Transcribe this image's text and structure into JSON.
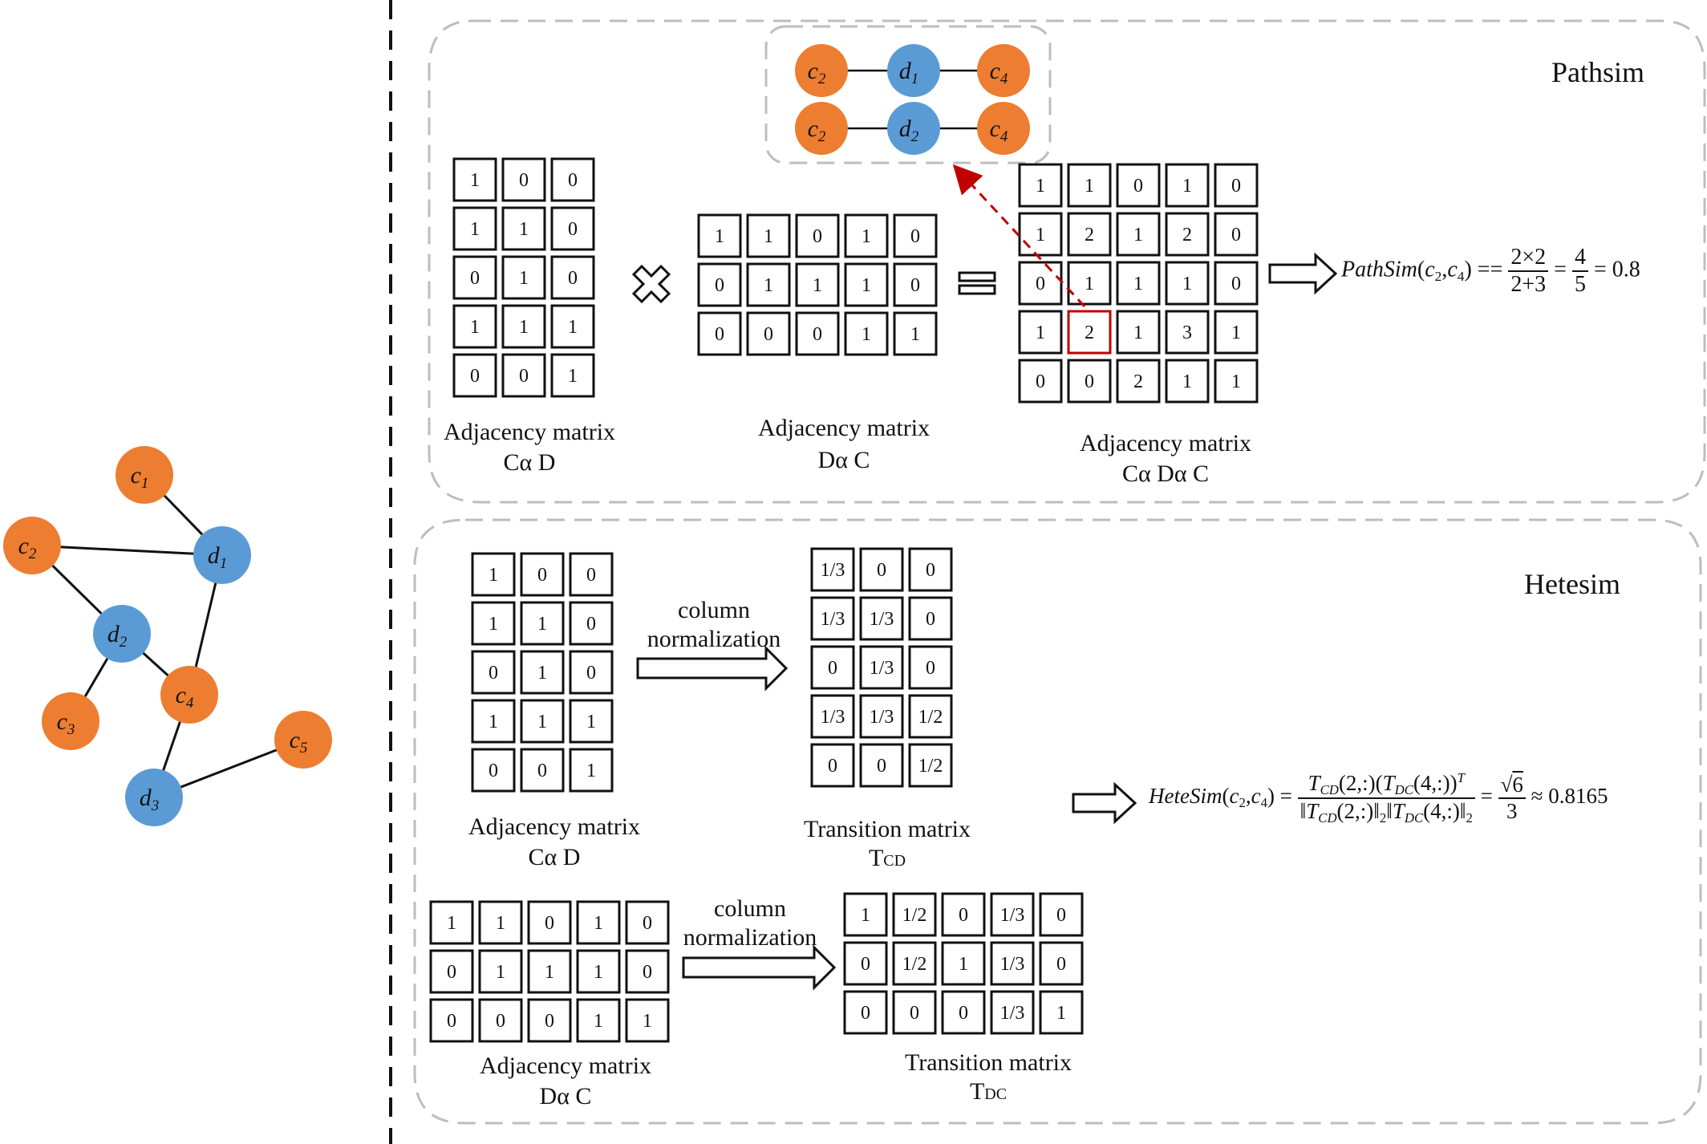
{
  "colors": {
    "c_node": "#ed7d31",
    "d_node": "#5b9bd5",
    "highlight": "#c00000",
    "panel_border": "#bdbdbd"
  },
  "graph": {
    "nodes": {
      "c1": {
        "letter": "c",
        "sub": "1",
        "kind": "c"
      },
      "c2": {
        "letter": "c",
        "sub": "2",
        "kind": "c"
      },
      "c3": {
        "letter": "c",
        "sub": "3",
        "kind": "c"
      },
      "c4": {
        "letter": "c",
        "sub": "4",
        "kind": "c"
      },
      "c5": {
        "letter": "c",
        "sub": "5",
        "kind": "c"
      },
      "d1": {
        "letter": "d",
        "sub": "1",
        "kind": "d"
      },
      "d2": {
        "letter": "d",
        "sub": "2",
        "kind": "d"
      },
      "d3": {
        "letter": "d",
        "sub": "3",
        "kind": "d"
      }
    },
    "edges": [
      [
        "c1",
        "d1"
      ],
      [
        "c2",
        "d1"
      ],
      [
        "c2",
        "d2"
      ],
      [
        "d1",
        "c4"
      ],
      [
        "d2",
        "c4"
      ],
      [
        "d2",
        "c3"
      ],
      [
        "c4",
        "d3"
      ],
      [
        "d3",
        "c5"
      ]
    ]
  },
  "pathsim": {
    "title": "Pathsim",
    "paths": [
      [
        "c2",
        "d1",
        "c4"
      ],
      [
        "c2",
        "d2",
        "c4"
      ]
    ],
    "matrix_cd": {
      "values": [
        [
          "1",
          "0",
          "0"
        ],
        [
          "1",
          "1",
          "0"
        ],
        [
          "0",
          "1",
          "0"
        ],
        [
          "1",
          "1",
          "1"
        ],
        [
          "0",
          "0",
          "1"
        ]
      ],
      "caption1": "Adjacency matrix",
      "caption2": "Cα D"
    },
    "matrix_dc": {
      "values": [
        [
          "1",
          "1",
          "0",
          "1",
          "0"
        ],
        [
          "0",
          "1",
          "1",
          "1",
          "0"
        ],
        [
          "0",
          "0",
          "0",
          "1",
          "1"
        ]
      ],
      "caption1": "Adjacency matrix",
      "caption2": "Dα C"
    },
    "matrix_cdc": {
      "values": [
        [
          "1",
          "1",
          "0",
          "1",
          "0"
        ],
        [
          "1",
          "2",
          "1",
          "2",
          "0"
        ],
        [
          "0",
          "1",
          "1",
          "1",
          "0"
        ],
        [
          "1",
          "2",
          "1",
          "3",
          "1"
        ],
        [
          "0",
          "0",
          "2",
          "1",
          "1"
        ]
      ],
      "caption1": "Adjacency matrix",
      "caption2": "Cα Dα C",
      "highlight_cell": [
        3,
        1
      ]
    },
    "formula": {
      "name": "PathSim",
      "args": [
        "c",
        "2",
        "c",
        "4"
      ],
      "num1": "2×2",
      "den1": "2+3",
      "num2": "4",
      "den2": "5",
      "result": "0.8"
    }
  },
  "hetesim": {
    "title": "Hetesim",
    "arrow_label1": "column",
    "arrow_label2": "normalization",
    "matrix_cd": {
      "values": [
        [
          "1",
          "0",
          "0"
        ],
        [
          "1",
          "1",
          "0"
        ],
        [
          "0",
          "1",
          "0"
        ],
        [
          "1",
          "1",
          "1"
        ],
        [
          "0",
          "0",
          "1"
        ]
      ],
      "caption1": "Adjacency matrix",
      "caption2": "Cα D"
    },
    "trans_cd": {
      "values": [
        [
          "1/3",
          "0",
          "0"
        ],
        [
          "1/3",
          "1/3",
          "0"
        ],
        [
          "0",
          "1/3",
          "0"
        ],
        [
          "1/3",
          "1/3",
          "1/2"
        ],
        [
          "0",
          "0",
          "1/2"
        ]
      ],
      "caption1": "Transition matrix",
      "caption2": "T",
      "caption2_sub": "CD"
    },
    "matrix_dc": {
      "values": [
        [
          "1",
          "1",
          "0",
          "1",
          "0"
        ],
        [
          "0",
          "1",
          "1",
          "1",
          "0"
        ],
        [
          "0",
          "0",
          "0",
          "1",
          "1"
        ]
      ],
      "caption1": "Adjacency matrix",
      "caption2": "Dα C"
    },
    "trans_dc": {
      "values": [
        [
          "1",
          "1/2",
          "0",
          "1/3",
          "0"
        ],
        [
          "0",
          "1/2",
          "1",
          "1/3",
          "0"
        ],
        [
          "0",
          "0",
          "0",
          "1/3",
          "1"
        ]
      ],
      "caption1": "Transition matrix",
      "caption2": "T",
      "caption2_sub": "DC"
    },
    "formula": {
      "name": "HeteSim",
      "T": "T",
      "sub_cd": "CD",
      "sub_dc": "DC",
      "arg_row": "2,:",
      "arg_col": "4,:",
      "sup_T": "T",
      "norm_sub": "2",
      "sqrt_arg": "6",
      "den_val": "3",
      "approx": "≈",
      "result": "0.8165"
    }
  }
}
